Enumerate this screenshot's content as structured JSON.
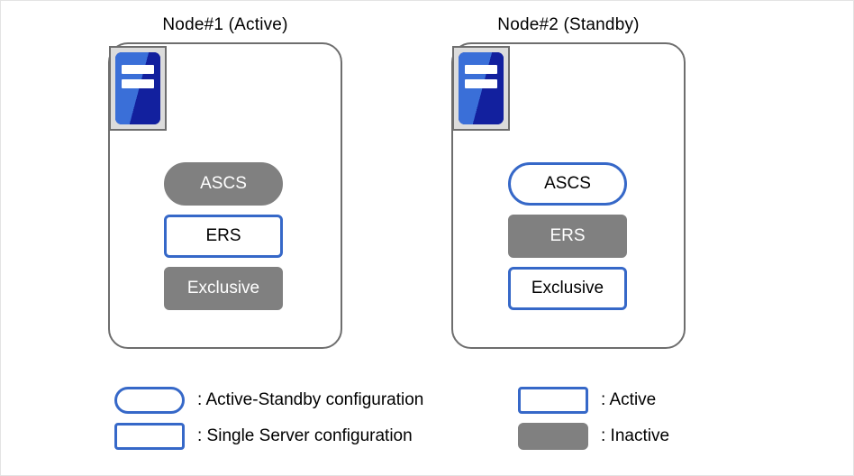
{
  "diagram": {
    "title_node1": "Node#1 (Active)",
    "title_node2": "Node#2 (Standby)"
  },
  "nodes": [
    {
      "id": "node1",
      "title": "Node#1 (Active)",
      "icon": "server-icon",
      "services": [
        {
          "label": "ASCS",
          "shape": "pill",
          "state": "inactive"
        },
        {
          "label": "ERS",
          "shape": "rect",
          "state": "active"
        },
        {
          "label": "Exclusive",
          "shape": "rect",
          "state": "inactive"
        }
      ]
    },
    {
      "id": "node2",
      "title": "Node#2 (Standby)",
      "icon": "server-icon",
      "services": [
        {
          "label": "ASCS",
          "shape": "pill",
          "state": "active"
        },
        {
          "label": "ERS",
          "shape": "rect",
          "state": "inactive"
        },
        {
          "label": "Exclusive",
          "shape": "rect",
          "state": "active"
        }
      ]
    }
  ],
  "legend": {
    "left": [
      {
        "swatch": "pill-outline",
        "label": ": Active-Standby configuration"
      },
      {
        "swatch": "rect-outline",
        "label": ": Single Server configuration"
      }
    ],
    "right": [
      {
        "swatch": "rect-outline",
        "label": ": Active"
      },
      {
        "swatch": "rect-filled",
        "label": ": Inactive"
      }
    ]
  },
  "colors": {
    "accent_blue": "#3668c8",
    "inactive_gray": "#808080",
    "node_border": "#6e6e6e",
    "icon_blue_light": "#3a6fd8",
    "icon_blue_dark": "#12209e",
    "icon_frame": "#dcdcdc",
    "page_border": "#e3e3e3"
  }
}
